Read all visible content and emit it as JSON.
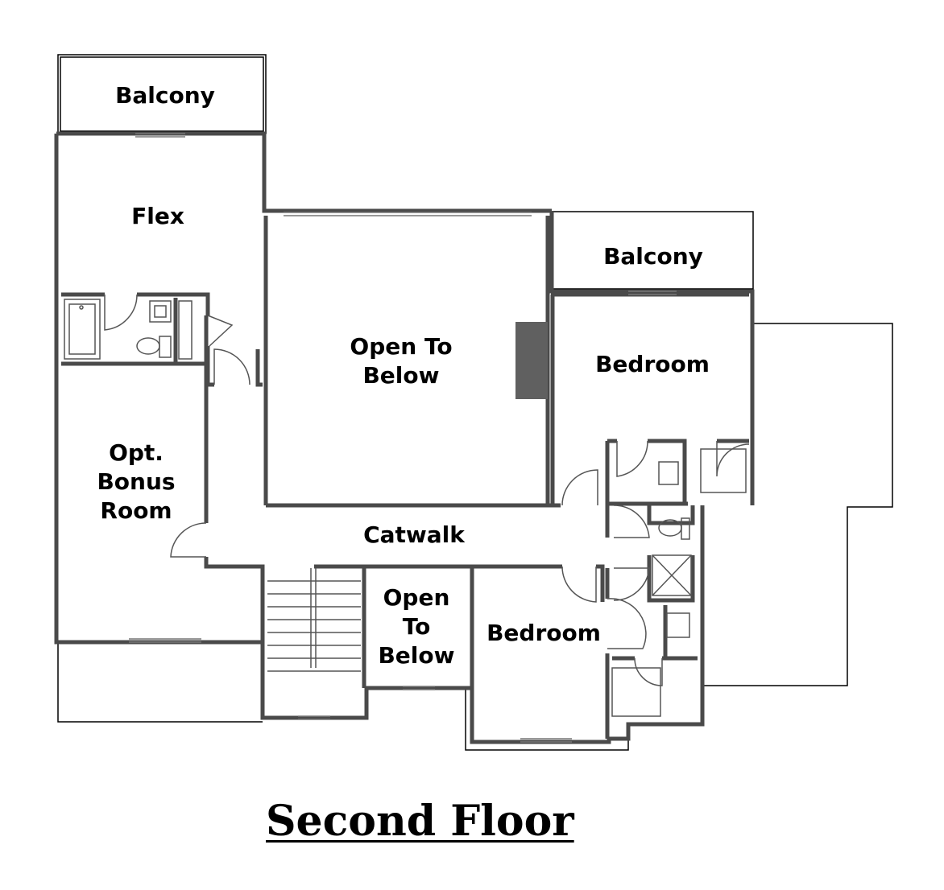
{
  "plan": {
    "title": "Second Floor",
    "rooms": {
      "balcony_top": "Balcony",
      "flex": "Flex",
      "open_to_below_main": [
        "Open To",
        "Below"
      ],
      "balcony_right": "Balcony",
      "bedroom_upper": "Bedroom",
      "bonus_room": [
        "Opt.",
        "Bonus",
        "Room"
      ],
      "catwalk": "Catwalk",
      "open_to_below_small": [
        "Open",
        "To",
        "Below"
      ],
      "bedroom_lower": "Bedroom"
    }
  },
  "colors": {
    "wall": "#4a4a4a",
    "outline": "#000000",
    "fireplace": "#606060",
    "background": "#ffffff"
  }
}
